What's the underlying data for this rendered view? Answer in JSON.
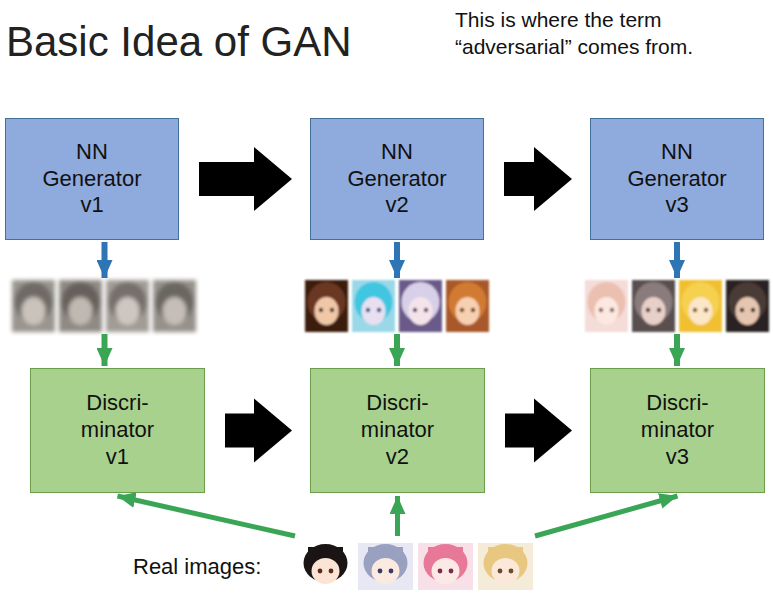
{
  "diagram": {
    "title": "Basic Idea of GAN",
    "nodes": [
      {
        "text": [
          "NN Generator v1"
        ]
      },
      {
        "text": [
          "NN Generator v2"
        ]
      },
      {
        "text": [
          "NN Generator v3"
        ]
      },
      {
        "text": [
          "Discri- minator v1"
        ]
      },
      {
        "text": [
          "Discri- minator v2"
        ]
      },
      {
        "text": [
          "Discri- minator v3"
        ]
      },
      {
        "text": [
          "Real images:"
        ]
      }
    ],
    "edges": [
      {
        "from": 0,
        "to": 1,
        "arrow": "to"
      },
      {
        "from": 1,
        "to": 2,
        "arrow": "to"
      },
      {
        "from": 3,
        "to": 4,
        "arrow": "to"
      },
      {
        "from": 4,
        "to": 5,
        "arrow": "to"
      },
      {
        "from": 0,
        "to": 3,
        "arrow": "to"
      },
      {
        "from": 1,
        "to": 4,
        "arrow": "to"
      },
      {
        "from": 2,
        "to": 5,
        "arrow": "to"
      },
      {
        "from": 6,
        "to": 3,
        "arrow": "to"
      },
      {
        "from": 6,
        "to": 4,
        "arrow": "to"
      },
      {
        "from": 6,
        "to": 5,
        "arrow": "to"
      }
    ],
    "labels": [
      "This is where the term “adversarial” comes from."
    ]
  }
}
